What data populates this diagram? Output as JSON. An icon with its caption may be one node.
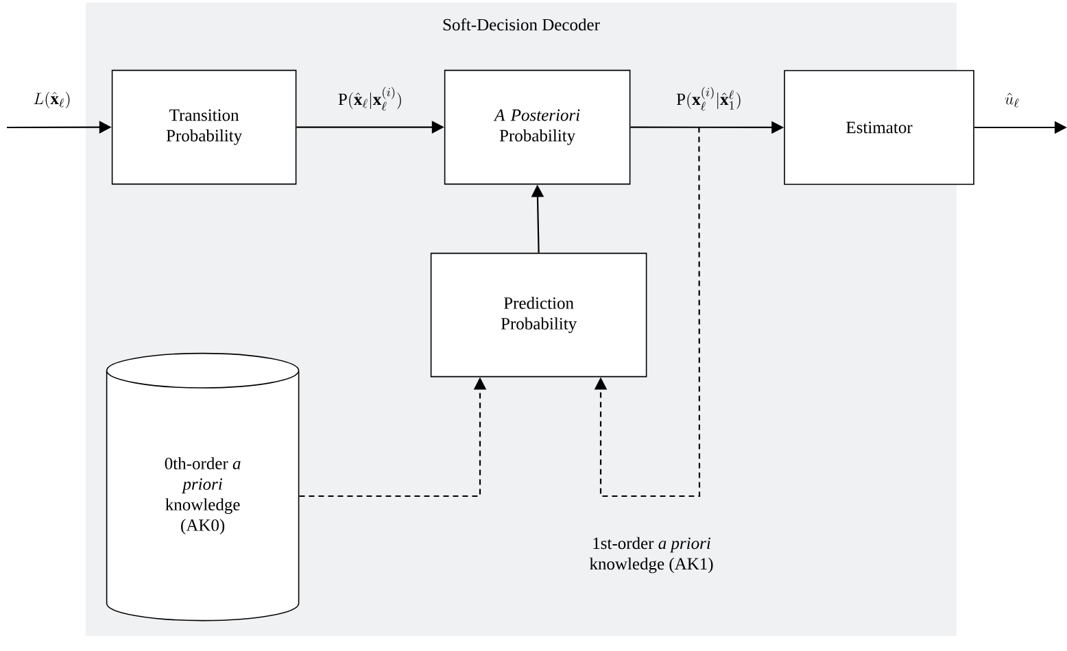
{
  "diagram": {
    "nodes": [
      {
        "text": [
          "Soft-Decision Decoder"
        ]
      },
      {
        "text": [
          "Transition Probability"
        ],
        "in": 0
      },
      {
        "text": [
          "*A Posteriori* Probability"
        ],
        "in": 0
      },
      {
        "text": [
          "Estimator"
        ]
      },
      {
        "text": [
          "Prediction Probability"
        ],
        "in": 0
      },
      {
        "text": [
          "0th-order *a priori* knowledge (AK0)"
        ],
        "in": 0
      }
    ],
    "edges": [
      {
        "from": null,
        "to": 1,
        "arrow": "to",
        "label": "L(\\hat{\\mathbf{x}}_\\ell)"
      },
      {
        "from": 1,
        "to": 2,
        "arrow": "to",
        "label": "\\mathrm{P}(\\hat{\\mathbf{x}}_\\ell|\\mathbf{x}_\\ell^{(i)})"
      },
      {
        "from": 2,
        "to": 3,
        "arrow": "to",
        "label": "\\mathrm{P}(\\mathbf{x}_\\ell^{(i)}|\\hat{\\mathbf{x}}_1^\\ell)"
      },
      {
        "from": 3,
        "to": null,
        "arrow": "to",
        "label": "\\hat{u}_\\ell"
      },
      {
        "from": 4,
        "to": 2,
        "arrow": "to"
      },
      {
        "from": 5,
        "to": 4,
        "arrow": "to",
        "style": "dashed"
      },
      {
        "from": 2,
        "to": 4,
        "arrow": "to",
        "style": "dashed",
        "label": "1st-order *a priori* knowledge (AK1)"
      }
    ]
  }
}
